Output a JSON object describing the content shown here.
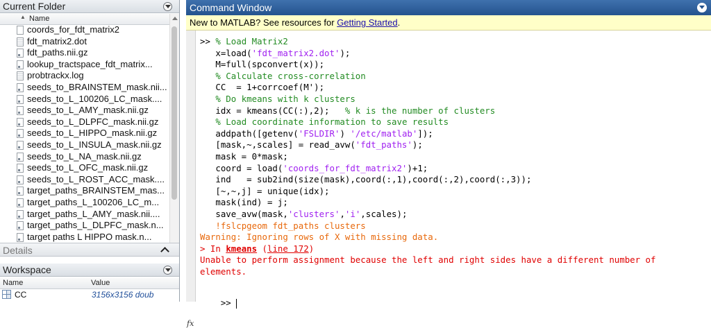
{
  "current_folder": {
    "title": "Current Folder",
    "column_name": "Name",
    "files": [
      {
        "name": "coords_for_fdt_matrix2",
        "icon": "generic-file"
      },
      {
        "name": "fdt_matrix2.dot",
        "icon": "text-file"
      },
      {
        "name": "fdt_paths.nii.gz",
        "icon": "nii-file"
      },
      {
        "name": "lookup_tractspace_fdt_matrix...",
        "icon": "nii-file"
      },
      {
        "name": "probtrackx.log",
        "icon": "text-file"
      },
      {
        "name": "seeds_to_BRAINSTEM_mask.nii...",
        "icon": "nii-file"
      },
      {
        "name": "seeds_to_L_100206_LC_mask....",
        "icon": "nii-file"
      },
      {
        "name": "seeds_to_L_AMY_mask.nii.gz",
        "icon": "nii-file"
      },
      {
        "name": "seeds_to_L_DLPFC_mask.nii.gz",
        "icon": "nii-file"
      },
      {
        "name": "seeds_to_L_HIPPO_mask.nii.gz",
        "icon": "nii-file"
      },
      {
        "name": "seeds_to_L_INSULA_mask.nii.gz",
        "icon": "nii-file"
      },
      {
        "name": "seeds_to_L_NA_mask.nii.gz",
        "icon": "nii-file"
      },
      {
        "name": "seeds_to_L_OFC_mask.nii.gz",
        "icon": "nii-file"
      },
      {
        "name": "seeds_to_L_ROST_ACC_mask....",
        "icon": "nii-file"
      },
      {
        "name": "target_paths_BRAINSTEM_mas...",
        "icon": "nii-file"
      },
      {
        "name": "target_paths_L_100206_LC_m...",
        "icon": "nii-file"
      },
      {
        "name": "target_paths_L_AMY_mask.nii....",
        "icon": "nii-file"
      },
      {
        "name": "target_paths_L_DLPFC_mask.n...",
        "icon": "nii-file"
      },
      {
        "name": "target paths L HIPPO mask.n...",
        "icon": "nii-file"
      }
    ]
  },
  "details": {
    "title": "Details"
  },
  "workspace": {
    "title": "Workspace",
    "col_name": "Name",
    "col_value": "Value",
    "vars": [
      {
        "name": "CC",
        "value": "3156x3156 doub"
      }
    ]
  },
  "command_window": {
    "title": "Command Window",
    "banner_prefix": "New to MATLAB? See resources for ",
    "banner_link": "Getting Started",
    "banner_suffix": ".",
    "lines": [
      [
        {
          "t": ">> ",
          "c": "plain"
        },
        {
          "t": "% Load Matrix2",
          "c": "cmt"
        }
      ],
      [
        {
          "t": "   x=load(",
          "c": "plain"
        },
        {
          "t": "'fdt_matrix2.dot'",
          "c": "str"
        },
        {
          "t": ");",
          "c": "plain"
        }
      ],
      [
        {
          "t": "   M=full(spconvert(x));",
          "c": "plain"
        }
      ],
      [
        {
          "t": "   ",
          "c": "plain"
        },
        {
          "t": "% Calculate cross-correlation",
          "c": "cmt"
        }
      ],
      [
        {
          "t": "   CC  = 1+corrcoef(M');",
          "c": "plain"
        }
      ],
      [
        {
          "t": "   ",
          "c": "plain"
        },
        {
          "t": "% Do kmeans with k clusters",
          "c": "cmt"
        }
      ],
      [
        {
          "t": "   idx = kmeans(CC(:),2);   ",
          "c": "plain"
        },
        {
          "t": "% k is the number of clusters",
          "c": "cmt"
        }
      ],
      [
        {
          "t": "   ",
          "c": "plain"
        },
        {
          "t": "% Load coordinate information to save results",
          "c": "cmt"
        }
      ],
      [
        {
          "t": "   addpath([getenv(",
          "c": "plain"
        },
        {
          "t": "'FSLDIR'",
          "c": "str"
        },
        {
          "t": ") ",
          "c": "plain"
        },
        {
          "t": "'/etc/matlab'",
          "c": "str"
        },
        {
          "t": "]);",
          "c": "plain"
        }
      ],
      [
        {
          "t": "   [mask,~,scales] = read_avw(",
          "c": "plain"
        },
        {
          "t": "'fdt_paths'",
          "c": "str"
        },
        {
          "t": ");",
          "c": "plain"
        }
      ],
      [
        {
          "t": "   mask = 0*mask;",
          "c": "plain"
        }
      ],
      [
        {
          "t": "   coord = load(",
          "c": "plain"
        },
        {
          "t": "'coords_for_fdt_matrix2'",
          "c": "str"
        },
        {
          "t": ")+1;",
          "c": "plain"
        }
      ],
      [
        {
          "t": "   ind   = sub2ind(size(mask),coord(:,1),coord(:,2),coord(:,3));",
          "c": "plain"
        }
      ],
      [
        {
          "t": "   [~,~,j] = unique(idx);",
          "c": "plain"
        }
      ],
      [
        {
          "t": "   mask(ind) = j;",
          "c": "plain"
        }
      ],
      [
        {
          "t": "   save_avw(mask,",
          "c": "plain"
        },
        {
          "t": "'clusters'",
          "c": "str"
        },
        {
          "t": ",",
          "c": "plain"
        },
        {
          "t": "'i'",
          "c": "str"
        },
        {
          "t": ",scales);",
          "c": "plain"
        }
      ],
      [
        {
          "t": "   ",
          "c": "plain"
        },
        {
          "t": "!fslcpgeom fdt_paths clusters",
          "c": "warn"
        }
      ],
      [
        {
          "t": "Warning: Ignoring rows of X with missing data.",
          "c": "warn"
        }
      ],
      [
        {
          "t": "> In ",
          "c": "err"
        },
        {
          "t": "kmeans",
          "c": "link-bold"
        },
        {
          "t": " (",
          "c": "err"
        },
        {
          "t": "line 172",
          "c": "link"
        },
        {
          "t": ")",
          "c": "err"
        }
      ],
      [
        {
          "t": "Unable to perform assignment because the left and right sides have a different number of",
          "c": "err"
        }
      ],
      [
        {
          "t": "elements.",
          "c": "err"
        }
      ],
      [
        {
          "t": " ",
          "c": "plain"
        }
      ]
    ],
    "prompt": ">> ",
    "fx_label": "fx"
  }
}
